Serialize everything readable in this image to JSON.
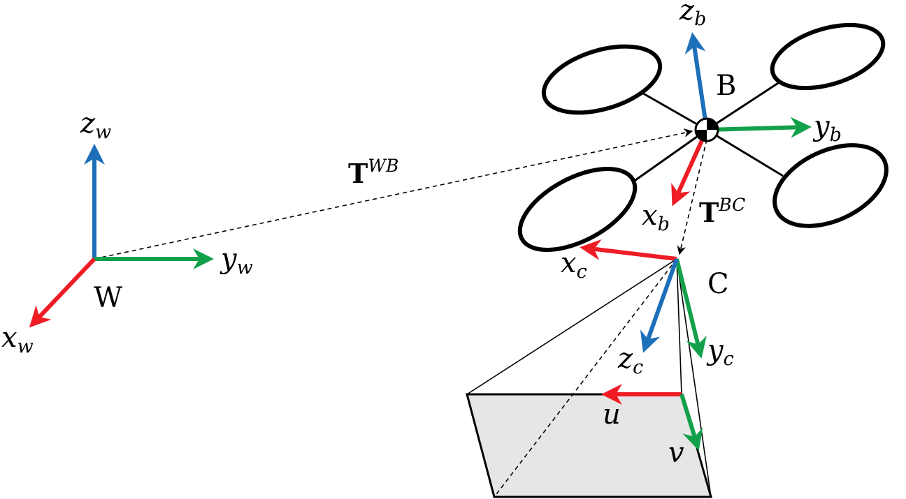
{
  "colors": {
    "x_axis": "#ee1c25",
    "y_axis": "#12a04a",
    "z_axis": "#1c6fb8",
    "line": "#000000",
    "image_plane_fill": "#e6e6e6"
  },
  "frames": {
    "world": {
      "name": "W",
      "x": "x",
      "x_sub": "w",
      "y": "y",
      "y_sub": "w",
      "z": "z",
      "z_sub": "w"
    },
    "body": {
      "name": "B",
      "x": "x",
      "x_sub": "b",
      "y": "y",
      "y_sub": "b",
      "z": "z",
      "z_sub": "b"
    },
    "camera": {
      "name": "C",
      "x": "x",
      "x_sub": "c",
      "y": "y",
      "y_sub": "c",
      "z": "z",
      "z_sub": "c"
    }
  },
  "transforms": {
    "world_to_body": {
      "symbol": "T",
      "superscript": "WB"
    },
    "body_to_camera": {
      "symbol": "T",
      "superscript": "BC"
    }
  },
  "image_axes": {
    "u": "u",
    "v": "v"
  },
  "icons": [
    "center-of-mass-icon",
    "quadrotor-propeller-icon",
    "arrowhead-icon"
  ]
}
